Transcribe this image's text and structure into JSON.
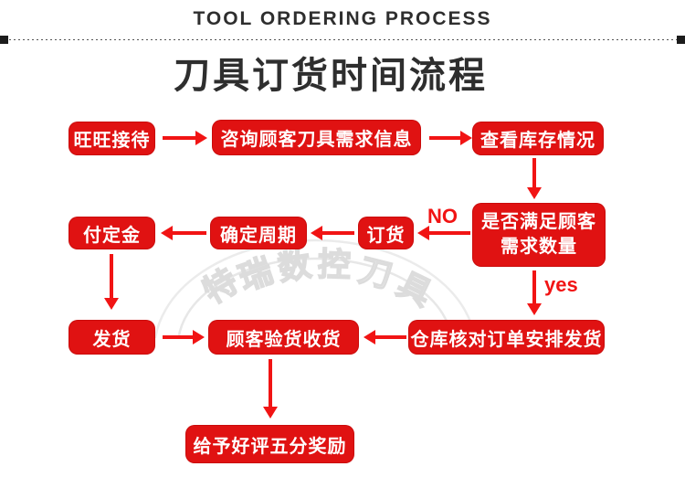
{
  "header": {
    "title_en": "TOOL ORDERING PROCESS",
    "title_zh": "刀具订货时间流程"
  },
  "colors": {
    "box_red": "#e01212",
    "arrow_red": "#f11414",
    "title_dark": "#2e2e2e",
    "watermark_gray": "#e7e7e7"
  },
  "labels": {
    "no": "NO",
    "yes": "yes"
  },
  "watermark": {
    "text": "特瑞数控刀具",
    "chars": [
      "特",
      "瑞",
      "数",
      "控",
      "刀",
      "具"
    ]
  },
  "nodes": {
    "reception": {
      "label": "旺旺接待"
    },
    "inquiry": {
      "label": "咨询顾客刀具需求信息"
    },
    "check_stock": {
      "label": "查看库存情况"
    },
    "satisfy": {
      "line1": "是否满足顾客",
      "line2": "需求数量"
    },
    "order": {
      "label": "订货"
    },
    "confirm_cycle": {
      "label": "确定周期"
    },
    "pay_deposit": {
      "label": "付定金"
    },
    "warehouse_ship": {
      "label": "仓库核对订单安排发货"
    },
    "customer_inspect": {
      "label": "顾客验货收货"
    },
    "ship": {
      "label": "发货"
    },
    "good_review": {
      "label": "给予好评五分奖励"
    }
  }
}
